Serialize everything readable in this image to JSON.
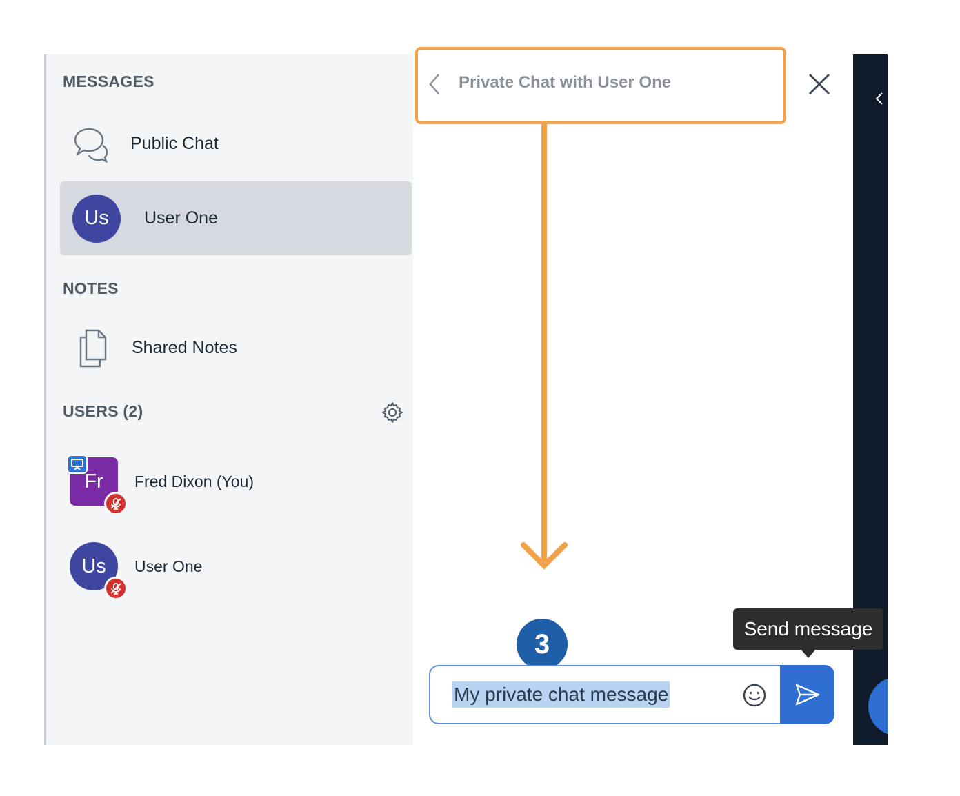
{
  "sidebar": {
    "messages_title": "MESSAGES",
    "public_chat_label": "Public Chat",
    "private_chat": {
      "initials": "Us",
      "label": "User One"
    },
    "notes_title": "NOTES",
    "shared_notes_label": "Shared Notes",
    "users_title": "USERS (2)",
    "users": [
      {
        "initials": "Fr",
        "name": "Fred Dixon (You)",
        "presenter": true,
        "muted": true
      },
      {
        "initials": "Us",
        "name": "User One",
        "presenter": false,
        "muted": true
      }
    ]
  },
  "chat": {
    "title": "Private Chat with User One",
    "input_value": "My private chat message",
    "send_tooltip": "Send message"
  },
  "annotation": {
    "step": "3",
    "accent_color": "#f2a14b"
  },
  "colors": {
    "avatar_user": "#3f46a0",
    "avatar_presenter": "#7b2aa6",
    "send_button": "#2f6fd4",
    "mute_badge": "#d2332e",
    "step_badge": "#1e5fa8"
  },
  "icons": [
    "chat-bubbles-icon",
    "document-icon",
    "gear-icon",
    "mic-off-icon",
    "presenter-icon",
    "chevron-left-icon",
    "close-icon",
    "emoji-icon",
    "send-icon"
  ]
}
